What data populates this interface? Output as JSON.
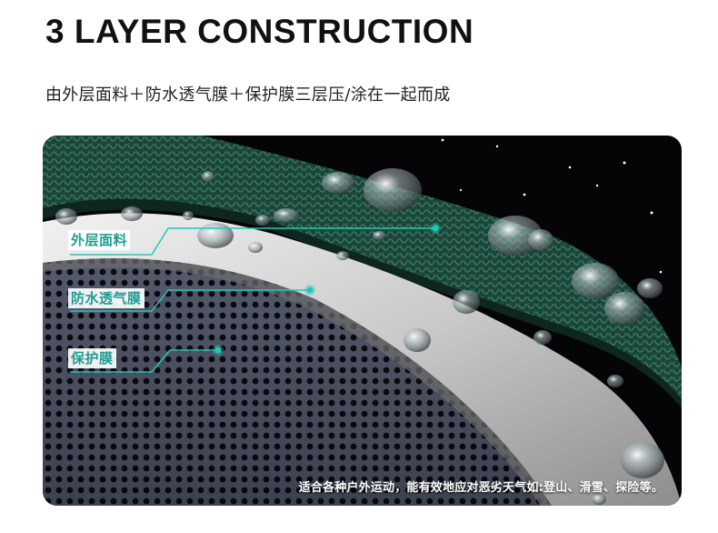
{
  "header": {
    "title": "3 LAYER CONSTRUCTION",
    "subtitle": "由外层面料＋防水透气膜＋保护膜三层压/涂在一起而成"
  },
  "illustration": {
    "callouts": [
      {
        "label": "外层面料"
      },
      {
        "label": "防水透气膜"
      },
      {
        "label": "保护膜"
      }
    ],
    "footnote": "适合各种户外运动，能有效地应对恶劣天气如:登山、滑雪、探险等。",
    "colors": {
      "accent": "#22c7b8",
      "outer_fabric": "#1f4a3c",
      "membrane": "#d9d9d9",
      "protect_layer": "#4a4e5e",
      "background": "#050507"
    }
  }
}
